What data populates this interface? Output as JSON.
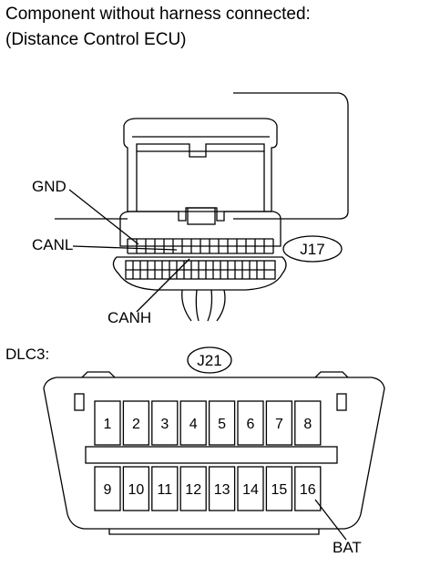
{
  "title_line1": "Component without harness connected:",
  "title_line2": "(Distance Control ECU)",
  "ecu_labels": {
    "gnd": "GND",
    "canl": "CANL",
    "canh": "CANH",
    "connector_id": "J17"
  },
  "dlc3": {
    "label": "DLC3:",
    "connector_id": "J21",
    "pins_top": [
      "1",
      "2",
      "3",
      "4",
      "5",
      "6",
      "7",
      "8"
    ],
    "pins_bottom": [
      "9",
      "10",
      "11",
      "12",
      "13",
      "14",
      "15",
      "16"
    ],
    "bat_label": "BAT"
  }
}
